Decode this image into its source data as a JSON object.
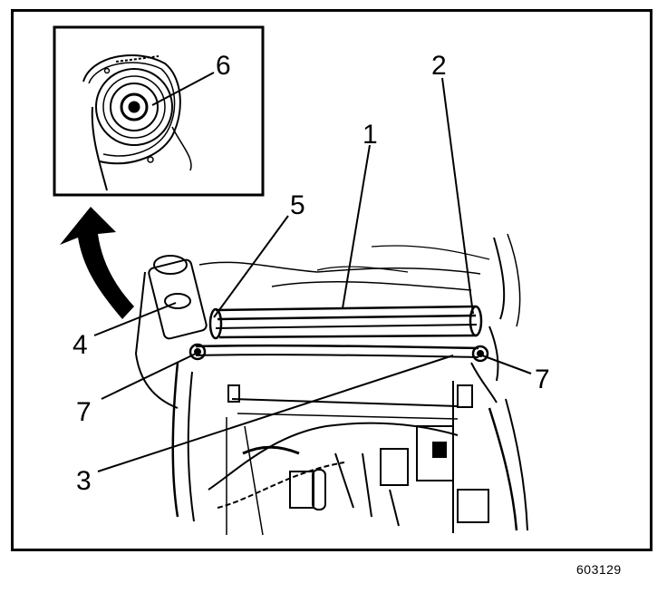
{
  "figure": {
    "id": "603129",
    "callouts": [
      {
        "key": "c1",
        "label": "1"
      },
      {
        "key": "c2",
        "label": "2"
      },
      {
        "key": "c3",
        "label": "3"
      },
      {
        "key": "c4",
        "label": "4"
      },
      {
        "key": "c5",
        "label": "5"
      },
      {
        "key": "c6",
        "label": "6"
      },
      {
        "key": "c7a",
        "label": "7"
      },
      {
        "key": "c7b",
        "label": "7"
      }
    ]
  }
}
